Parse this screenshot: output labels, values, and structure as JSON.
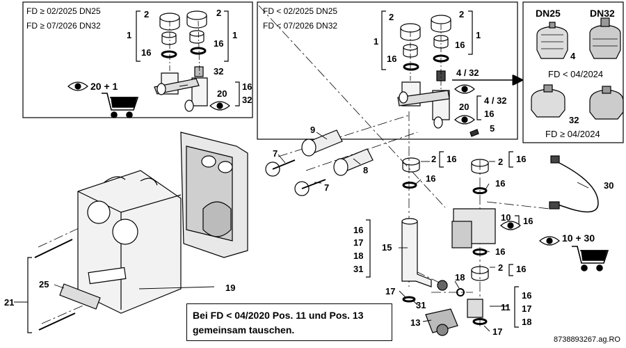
{
  "left_inset": {
    "conditions": [
      "FD ≥ 02/2025 DN25",
      "FD ≥ 07/2026 DN32"
    ],
    "labels": {
      "n2a": "2",
      "n2b": "2",
      "n1a": "1",
      "n1b": "1",
      "n16a": "16",
      "n16b": "16",
      "n32": "32",
      "n20": "20",
      "n16c": "16",
      "n32b": "32",
      "cart_text": "20 + 1"
    }
  },
  "middle_inset": {
    "conditions": [
      "FD < 02/2025 DN25",
      "FD < 07/2026 DN32"
    ],
    "labels": {
      "n2a": "2",
      "n2b": "2",
      "n1a": "1",
      "n1b": "1",
      "n16a": "16",
      "n16b": "16",
      "n432a": "4 / 32",
      "n20": "20",
      "n432b": "4 / 32",
      "n16c": "16",
      "n5": "5"
    }
  },
  "right_inset": {
    "dn25": "DN25",
    "dn32": "DN32",
    "n4": "4",
    "n32": "32",
    "fd_before": "FD < 04/2024",
    "fd_after": "FD ≥ 04/2024"
  },
  "main": {
    "labels": {
      "n9": "9",
      "n7a": "7",
      "n8": "8",
      "n7b": "7",
      "n2a": "2",
      "n16a": "16",
      "n16b": "16",
      "n2b": "2",
      "n16c": "16",
      "n16d": "16",
      "n10": "10",
      "n16e": "16",
      "cart_text": "10 + 30",
      "n16f": "16",
      "n2c": "2",
      "n16g": "16",
      "n30": "30",
      "n15": "15",
      "s16": "16",
      "s17": "17",
      "s18": "18",
      "s31": "31",
      "n17a": "17",
      "n31": "31",
      "n18": "18",
      "n11": "11",
      "t16": "16",
      "t17": "17",
      "t18": "18",
      "n13": "13",
      "n17b": "17",
      "n19": "19",
      "n21": "21",
      "n25": "25"
    },
    "note_lines": [
      "Bei FD < 04/2020 Pos. 11 und Pos. 13",
      "gemeinsam tauschen."
    ]
  },
  "doc_id": "8738893267.ag.RO",
  "icons": [
    "eye-icon",
    "shopping-cart-icon",
    "arrow-right-icon"
  ]
}
